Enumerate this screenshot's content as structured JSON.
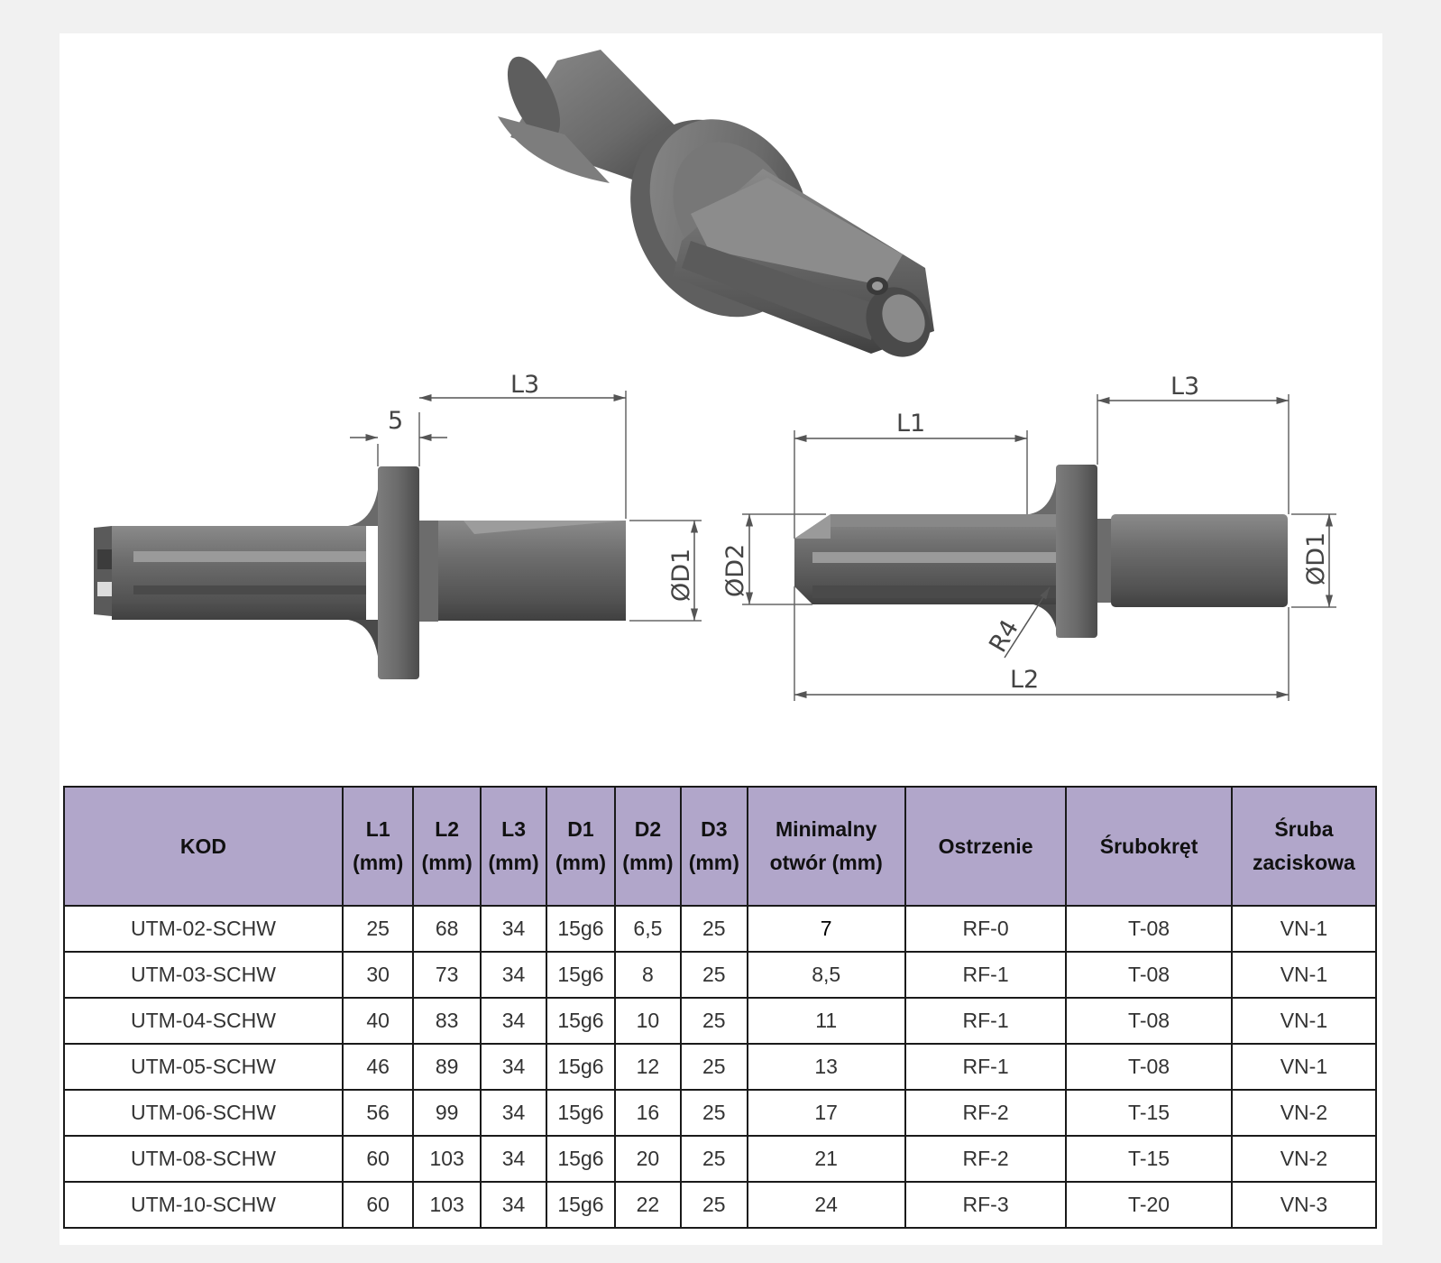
{
  "labels": {
    "l3_top_left": "L3",
    "five": "5",
    "d1_left": "ØD1",
    "l1_right": "L1",
    "l3_right": "L3",
    "d2_right": "ØD2",
    "d1_right": "ØD1",
    "r4": "R4",
    "l2_right": "L2"
  },
  "table": {
    "headers": [
      {
        "line1": "KOD",
        "line2": ""
      },
      {
        "line1": "L1",
        "line2": "(mm)"
      },
      {
        "line1": "L2",
        "line2": "(mm)"
      },
      {
        "line1": "L3",
        "line2": "(mm)"
      },
      {
        "line1": "D1",
        "line2": "(mm)"
      },
      {
        "line1": "D2",
        "line2": "(mm)"
      },
      {
        "line1": "D3",
        "line2": "(mm)"
      },
      {
        "line1": "Minimalny",
        "line2": "otwór (mm)"
      },
      {
        "line1": "Ostrzenie",
        "line2": ""
      },
      {
        "line1": "Śrubokręt",
        "line2": ""
      },
      {
        "line1": "Śruba",
        "line2": "zaciskowa"
      }
    ],
    "rows": [
      [
        "UTM-02-SCHW",
        "25",
        "68",
        "34",
        "15g6",
        "6,5",
        "25",
        "7",
        "RF-0",
        "T-08",
        "VN-1"
      ],
      [
        "UTM-03-SCHW",
        "30",
        "73",
        "34",
        "15g6",
        "8",
        "25",
        "8,5",
        "RF-1",
        "T-08",
        "VN-1"
      ],
      [
        "UTM-04-SCHW",
        "40",
        "83",
        "34",
        "15g6",
        "10",
        "25",
        "11",
        "RF-1",
        "T-08",
        "VN-1"
      ],
      [
        "UTM-05-SCHW",
        "46",
        "89",
        "34",
        "15g6",
        "12",
        "25",
        "13",
        "RF-1",
        "T-08",
        "VN-1"
      ],
      [
        "UTM-06-SCHW",
        "56",
        "99",
        "34",
        "15g6",
        "16",
        "25",
        "17",
        "RF-2",
        "T-15",
        "VN-2"
      ],
      [
        "UTM-08-SCHW",
        "60",
        "103",
        "34",
        "15g6",
        "20",
        "25",
        "21",
        "RF-2",
        "T-15",
        "VN-2"
      ],
      [
        "UTM-10-SCHW",
        "60",
        "103",
        "34",
        "15g6",
        "22",
        "25",
        "24",
        "RF-3",
        "T-20",
        "VN-3"
      ]
    ]
  },
  "colors": {
    "header_bg": "#b1a6ca",
    "page_bg": "#f1f1f1",
    "metal": "#6f6f6f"
  }
}
